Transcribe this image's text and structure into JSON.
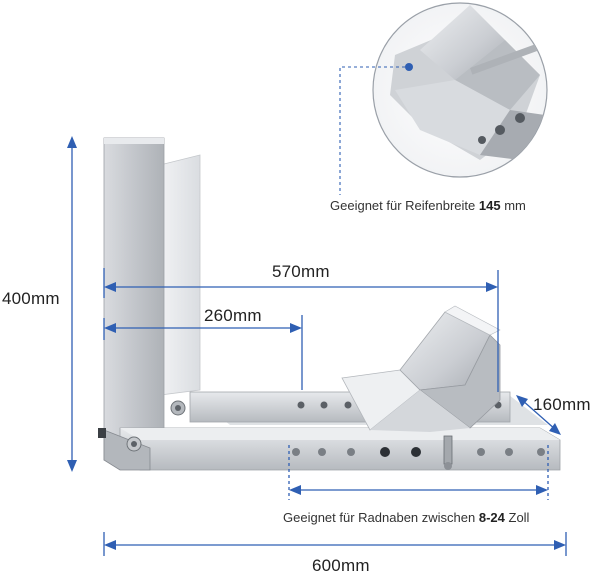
{
  "dimensions": {
    "height": "400mm",
    "width_top": "570mm",
    "width_inner": "260mm",
    "depth": "160mm",
    "width_bottom": "600mm"
  },
  "captions": {
    "tire_prefix": "Geeignet für Reifenbreite ",
    "tire_value": "145",
    "tire_suffix": " mm",
    "hub_prefix": "Geeignet für Radnaben zwischen ",
    "hub_value": "8-24",
    "hub_suffix": " Zoll"
  },
  "colors": {
    "dimension_line": "#2f5fb3",
    "steel_light": "#e4e6e9",
    "steel_mid": "#c9ccd1",
    "steel_dark": "#8e9298"
  }
}
